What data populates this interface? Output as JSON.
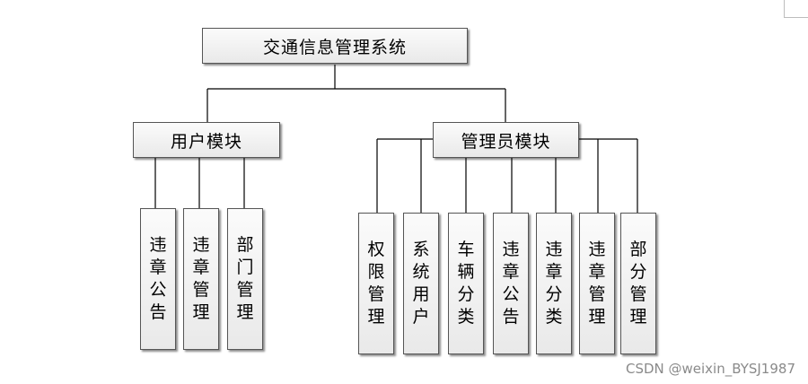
{
  "root": {
    "label": "交通信息管理系统"
  },
  "user_module": {
    "label": "用户模块",
    "children": [
      "违章公告",
      "违章管理",
      "部门管理"
    ]
  },
  "admin_module": {
    "label": "管理员模块",
    "children": [
      "权限管理",
      "系统用户",
      "车辆分类",
      "违章公告",
      "违章分类",
      "违章管理",
      "部分管理"
    ]
  },
  "watermark": "CSDN @weixin_BYSJ1987"
}
